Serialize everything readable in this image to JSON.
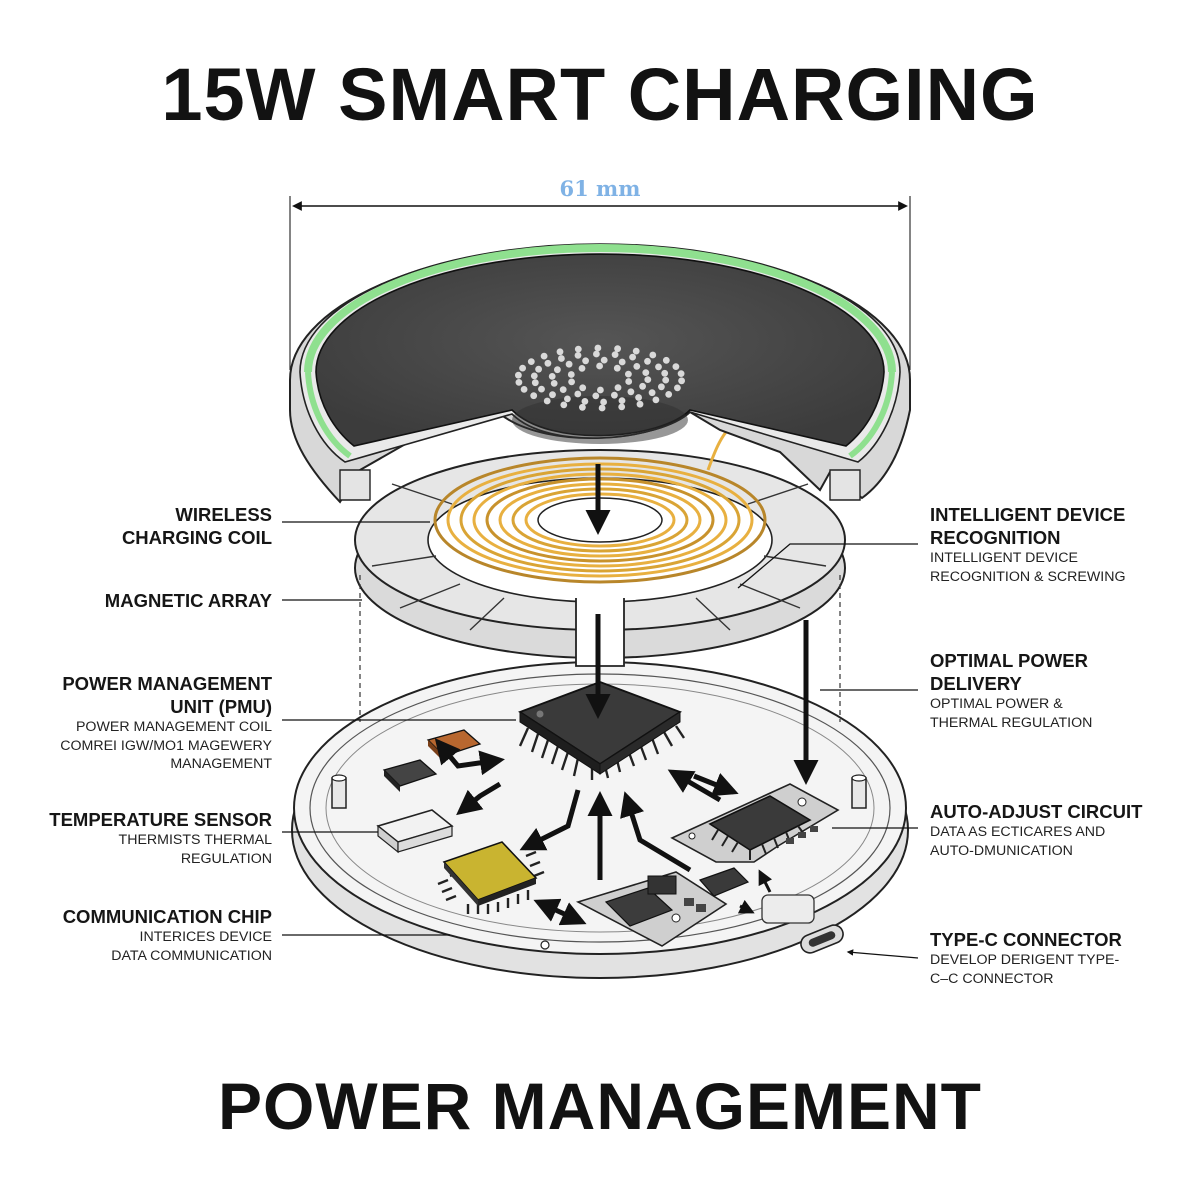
{
  "title_top": "15W SMART CHARGING",
  "title_bottom": "POWER MANAGEMENT",
  "dimension": "61 mm",
  "labels": {
    "coil": {
      "heading": [
        "WIRELESS",
        "CHARGING COIL"
      ]
    },
    "magnets": {
      "heading": [
        "MAGNETIC ARRAY"
      ]
    },
    "pmu": {
      "heading": [
        "POWER MANAGEMENT",
        "UNIT (PMU)"
      ],
      "sub": [
        "POWER MANAGEMENT COIL",
        "COMREI IGW/MO1 MAGEWERY",
        "MANAGEMENT"
      ]
    },
    "temp": {
      "heading": [
        "TEMPERATURE SENSOR"
      ],
      "sub": [
        "THERMISTS THERMAL",
        "REGULATION"
      ]
    },
    "comm": {
      "heading": [
        "COMMUNICATION CHIP"
      ],
      "sub": [
        "INTERICES DEVICE",
        "DATA COMMUNICATION"
      ]
    },
    "recog": {
      "heading": [
        "INTELLIGENT DEVICE",
        "RECOGNITION"
      ],
      "sub": [
        "INTELLIGENT DEVICE",
        "RECOGNITION & SCREWING"
      ]
    },
    "power": {
      "heading": [
        "OPTIMAL POWER",
        "DELIVERY"
      ],
      "sub": [
        "OPTIMAL POWER &",
        "THERMAL REGULATION"
      ]
    },
    "adjust": {
      "heading": [
        "AUTO-ADJUST CIRCUIT"
      ],
      "sub": [
        "DATA AS ECTICARES AND",
        "AUTO-DMUNICATION"
      ]
    },
    "typec": {
      "heading": [
        "TYPE-C CONNECTOR"
      ],
      "sub": [
        "DEVELOP DERIGENT TYPE-",
        "C–C CONNECTOR"
      ]
    }
  },
  "colors": {
    "accent_ring": "#8fe08f",
    "coil": "#e8b040",
    "top_surface": "#4a4a4a",
    "chip_body": "#3a3a3a",
    "comm_chip": "#c9b430",
    "dimension_text": "#7fb2e5"
  }
}
